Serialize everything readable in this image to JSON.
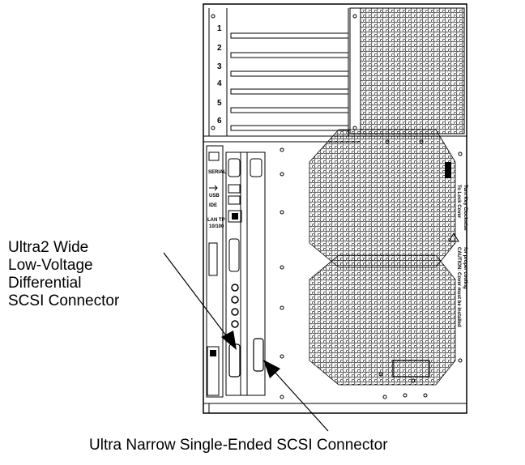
{
  "labels": {
    "lvd_connector": [
      "Ultra2 Wide",
      "Low-Voltage",
      "Differential",
      "SCSI Connector"
    ],
    "se_connector": "Ultra Narrow Single-Ended SCSI Connector"
  },
  "slots": [
    "1",
    "2",
    "3",
    "4",
    "5",
    "6"
  ],
  "panel_labels": {
    "serial": "SERIAL",
    "usb": "USB",
    "ide": "IDE",
    "lan": "LAN TP",
    "lan_speed": "10/100"
  },
  "colors": {
    "line": "#000000",
    "background": "#ffffff"
  }
}
